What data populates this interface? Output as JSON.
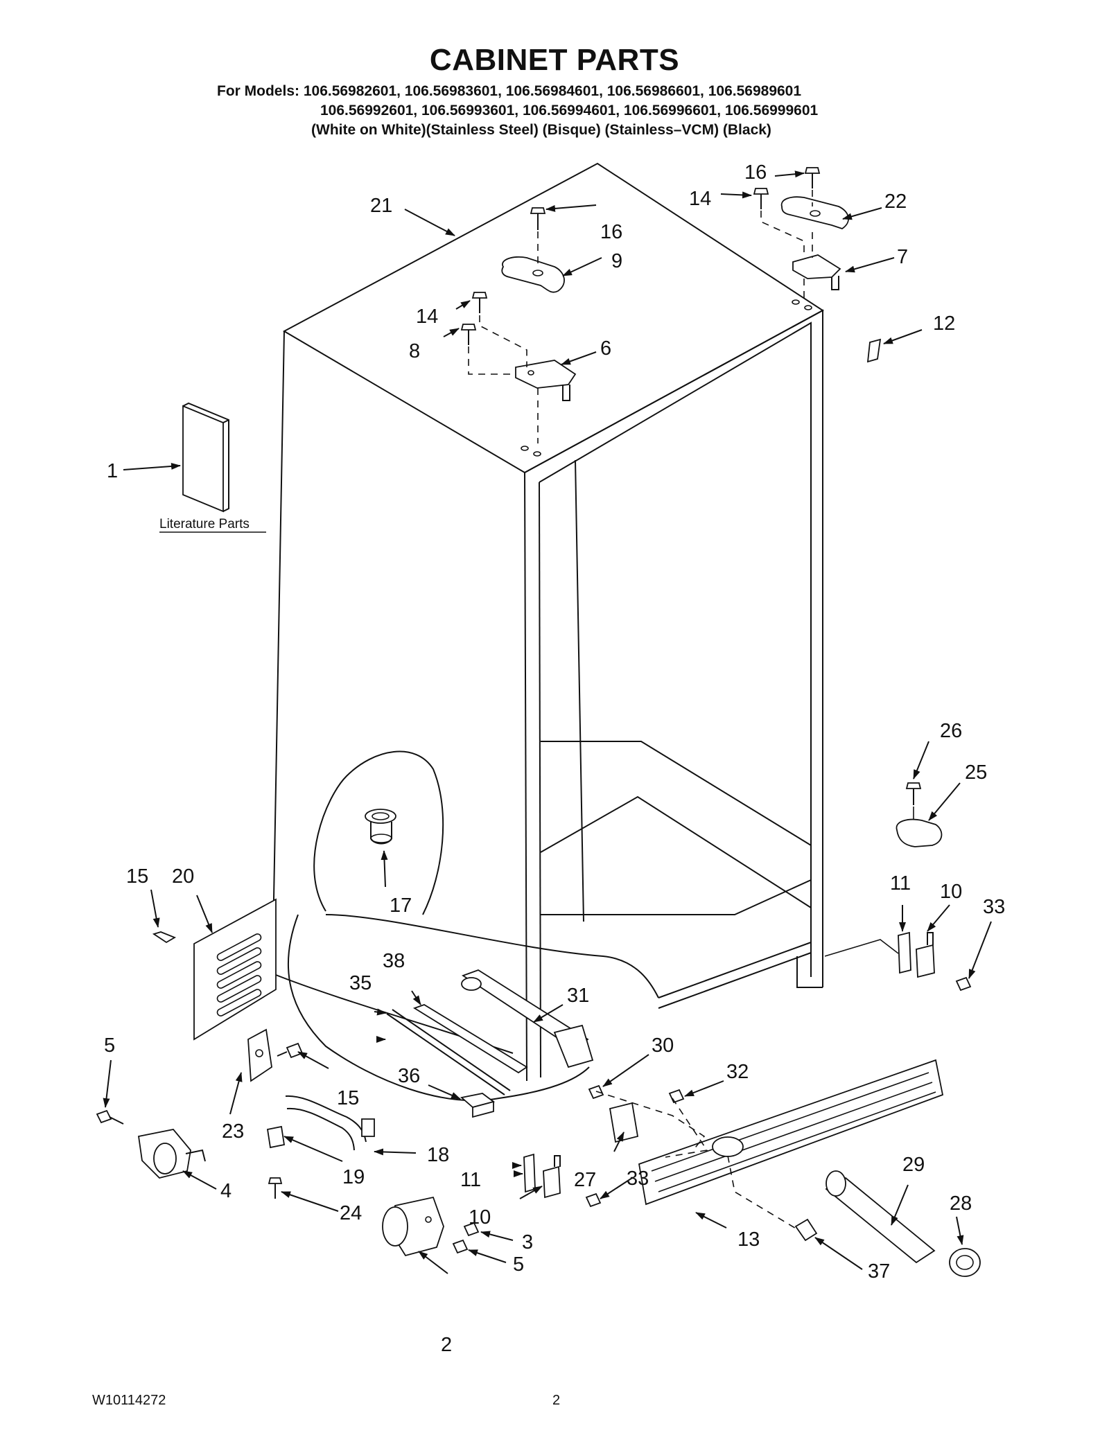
{
  "header": {
    "title": "CABINET PARTS",
    "models_line_1": "For Models: 106.56982601, 106.56983601, 106.56984601, 106.56986601, 106.56989601",
    "models_line_2": "106.56992601, 106.56993601, 106.56994601, 106.56996601, 106.56999601",
    "models_line_3": "(White on White)(Stainless Steel) (Bisque)    (Stainless–VCM)    (Black)"
  },
  "literature_label": "Literature Parts",
  "callouts": {
    "c1": "1",
    "c2": "2",
    "c3": "3",
    "c4": "4",
    "c5a": "5",
    "c5b": "5",
    "c6": "6",
    "c7": "7",
    "c8": "8",
    "c9": "9",
    "c10a": "10",
    "c10b": "10",
    "c11a": "11",
    "c11b": "11",
    "c12": "12",
    "c13": "13",
    "c14a": "14",
    "c14b": "14",
    "c15a": "15",
    "c15b": "15",
    "c16a": "16",
    "c16b": "16",
    "c17": "17",
    "c18": "18",
    "c19": "19",
    "c20": "20",
    "c21": "21",
    "c22": "22",
    "c23": "23",
    "c24": "24",
    "c25": "25",
    "c26": "26",
    "c27": "27",
    "c28": "28",
    "c29": "29",
    "c30": "30",
    "c31": "31",
    "c32": "32",
    "c33a": "33",
    "c33b": "33",
    "c35": "35",
    "c36": "36",
    "c37": "37",
    "c38": "38"
  },
  "footer": {
    "doc_number": "W10114272",
    "page_number": "2"
  }
}
